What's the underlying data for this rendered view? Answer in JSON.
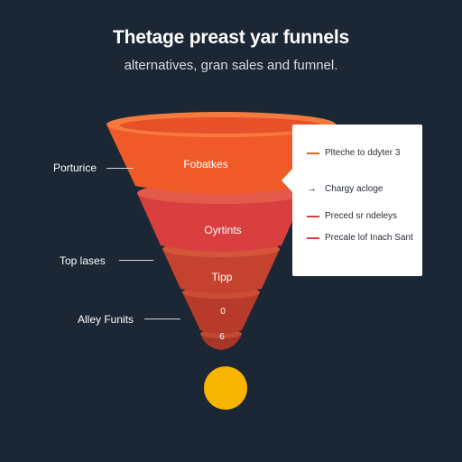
{
  "header": {
    "title": "Thetage preast yar funnels",
    "subtitle": "alternatives, gran sales and fumnel."
  },
  "funnel": {
    "tiers": [
      {
        "label": "Fobatkes",
        "color": "#f05a28"
      },
      {
        "label": "Oyrtints",
        "color": "#d93f3f"
      },
      {
        "label": "Tipp",
        "color": "#c5422e"
      },
      {
        "label": "0",
        "color": "#b83a2a"
      },
      {
        "label": "6",
        "color": "#a8352a"
      }
    ]
  },
  "side_labels": [
    {
      "text": "Porturice"
    },
    {
      "text": "Top lases"
    },
    {
      "text": "Alley Funits"
    }
  ],
  "legend": {
    "items": [
      {
        "text": "Plteche to ddyter 3",
        "marker": "line",
        "color": "#f05a28"
      },
      {
        "text": "Chargy acloge",
        "marker": "arrow",
        "color": "#1c1c1c"
      },
      {
        "text": "Preced sr ndeleys",
        "marker": "line",
        "color": "#d93f3f"
      },
      {
        "text": "Precale lof Inach Sant",
        "marker": "line",
        "color": "#d93f3f"
      }
    ]
  },
  "accent_colors": {
    "background": "#1b2735",
    "ball": "#f7b500"
  }
}
